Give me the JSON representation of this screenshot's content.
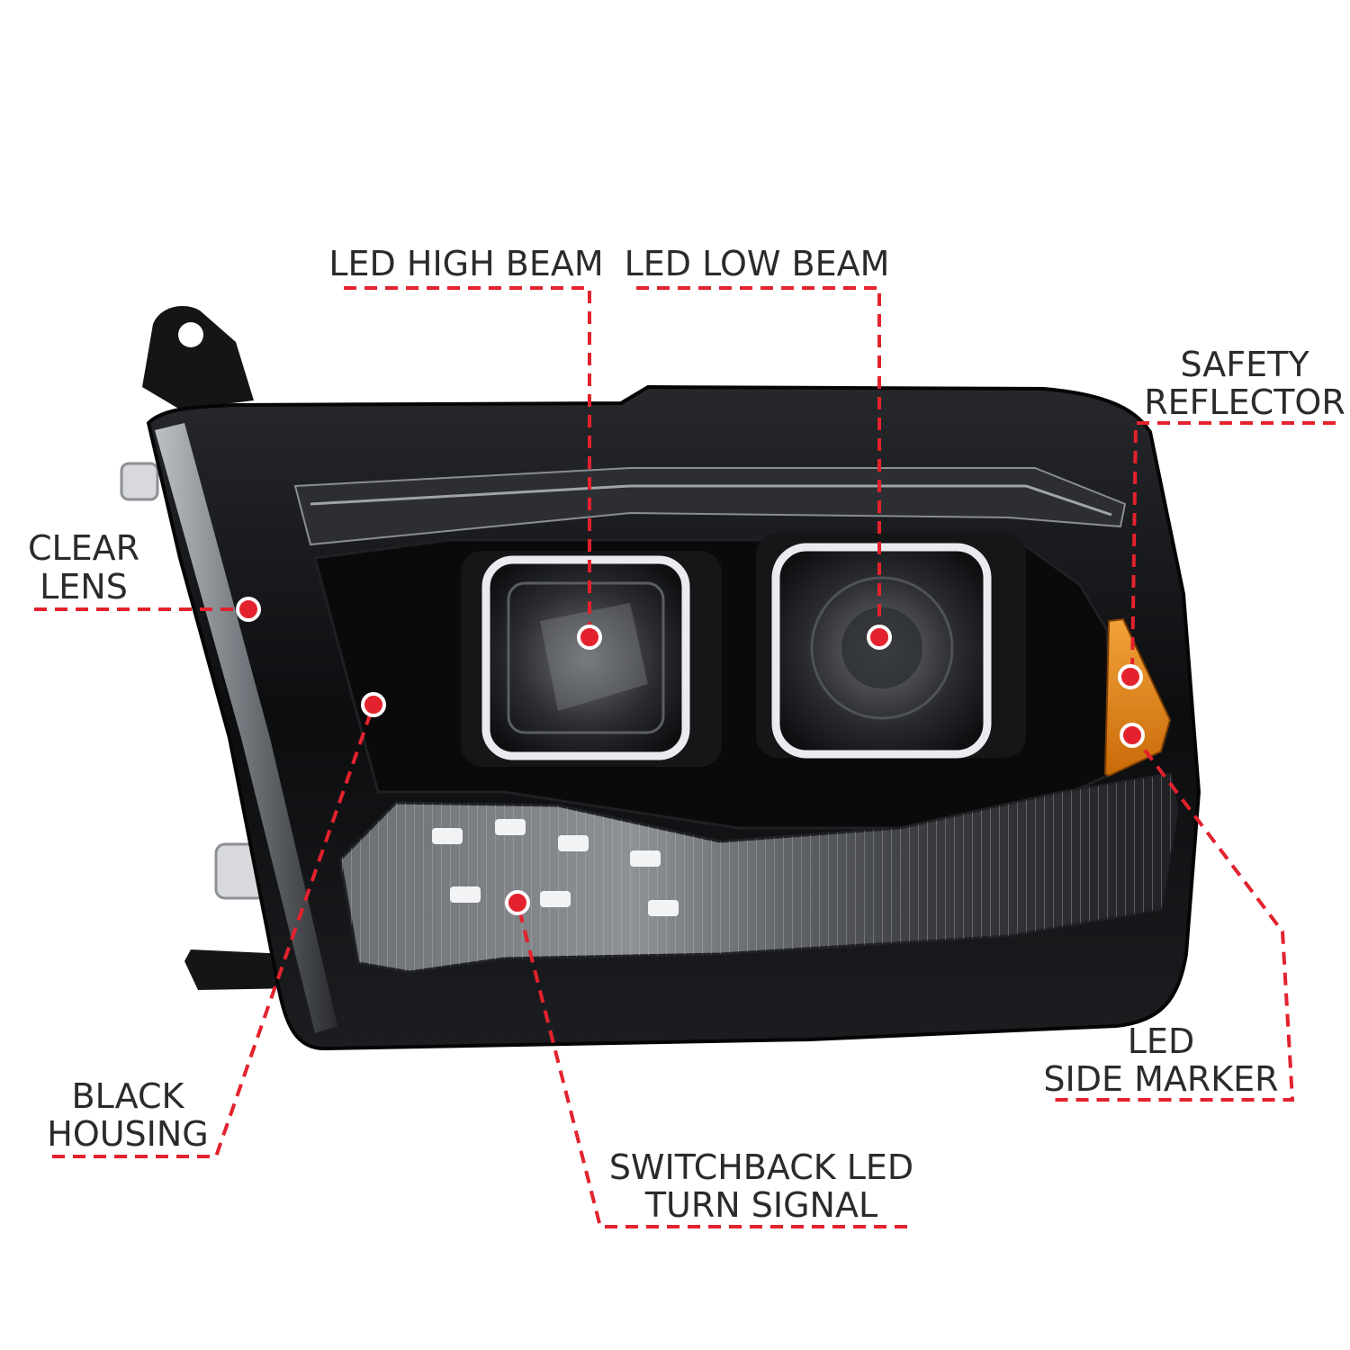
{
  "callouts": {
    "led_high_beam": "LED HIGH BEAM",
    "led_low_beam": "LED LOW BEAM",
    "safety_reflector_l1": "SAFETY",
    "safety_reflector_l2": "REFLECTOR",
    "clear_lens_l1": "CLEAR",
    "clear_lens_l2": "LENS",
    "black_housing_l1": "BLACK",
    "black_housing_l2": "HOUSING",
    "switchback_l1": "SWITCHBACK LED",
    "switchback_l2": "TURN SIGNAL",
    "side_marker_l1": "LED",
    "side_marker_l2": "SIDE MARKER"
  },
  "colors": {
    "accent": "#e3222d",
    "housing": "#0d0d0f",
    "amber": "#e58a16",
    "text": "#2b2b2b"
  }
}
